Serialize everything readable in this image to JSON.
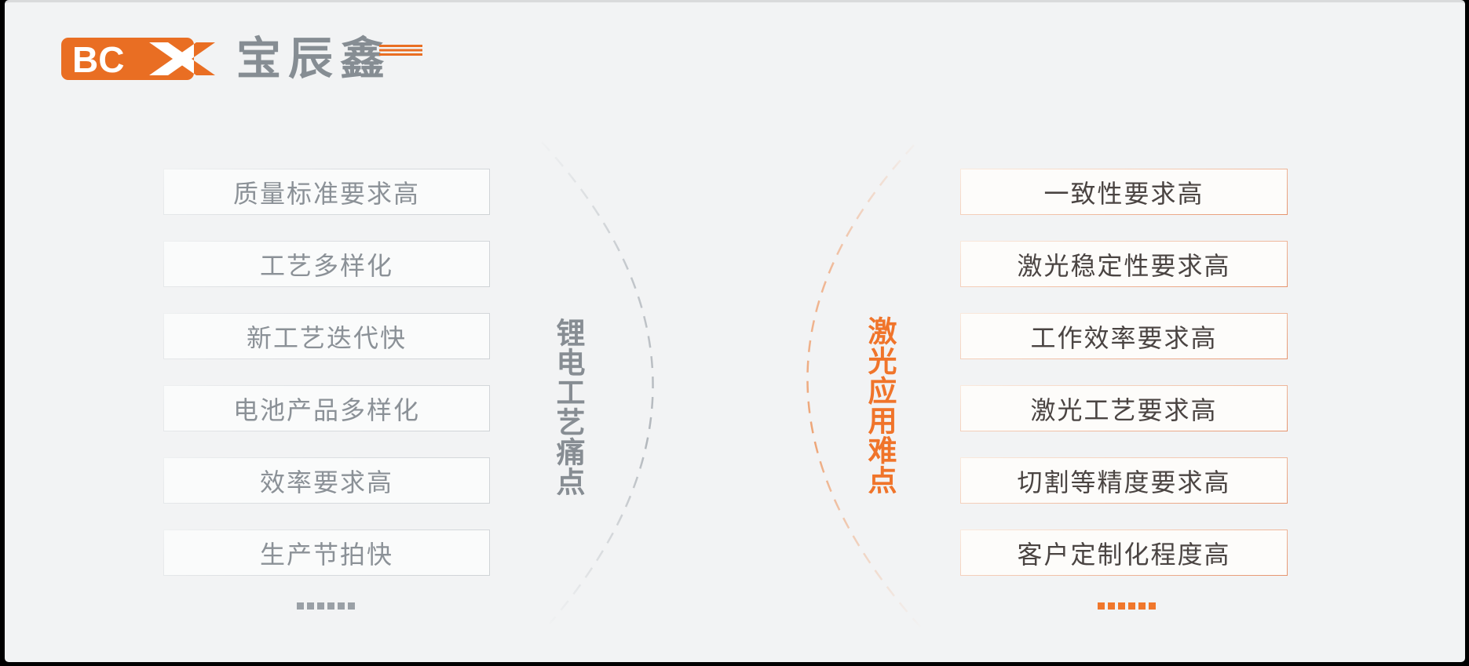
{
  "logo": {
    "mark_letters": "BC",
    "mark_x": "X",
    "company_name": "宝辰鑫"
  },
  "left_panel": {
    "title": "锂电工艺痛点",
    "items": [
      "质量标准要求高",
      "工艺多样化",
      "新工艺迭代快",
      "电池产品多样化",
      "效率要求高",
      "生产节拍快"
    ],
    "ellipsis_dot_count": 6
  },
  "right_panel": {
    "title": "激光应用难点",
    "items": [
      "一致性要求高",
      "激光稳定性要求高",
      "工作效率要求高",
      "激光工艺要求高",
      "切割等精度要求高",
      "客户定制化程度高"
    ],
    "ellipsis_dot_count": 6
  },
  "colors": {
    "background": "#f2f3f4",
    "frame": "#000000",
    "logo_orange": "#e96e23",
    "accent_orange": "#f0742a",
    "gray_text": "#8b9197",
    "gray_title": "#878d93",
    "dark_text": "#4a4442",
    "left_box_border": "#d3d6d9",
    "right_box_border": "#e6946e",
    "gray_dash": "#b9bec3",
    "orange_dash": "#efa97e"
  }
}
